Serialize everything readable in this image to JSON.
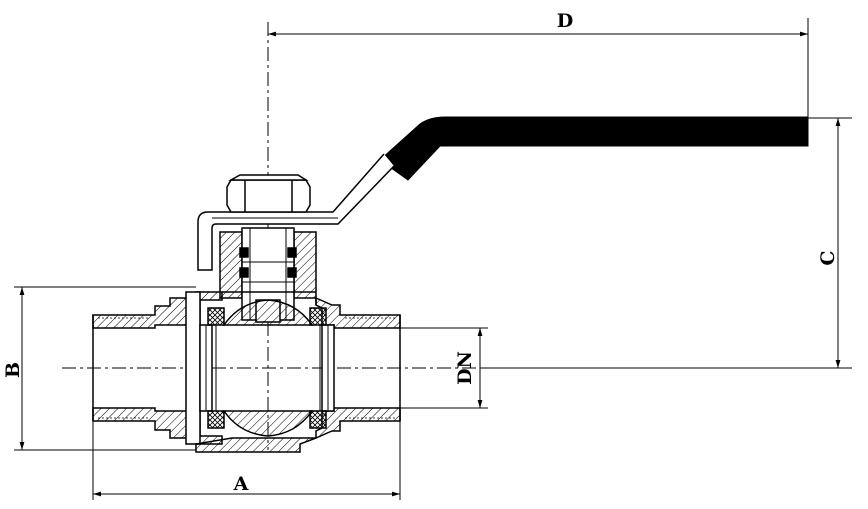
{
  "dimensions": {
    "A": "A",
    "B": "B",
    "C": "C",
    "D": "D",
    "DN": "DN"
  },
  "colors": {
    "line": "#000000",
    "background": "#ffffff"
  }
}
